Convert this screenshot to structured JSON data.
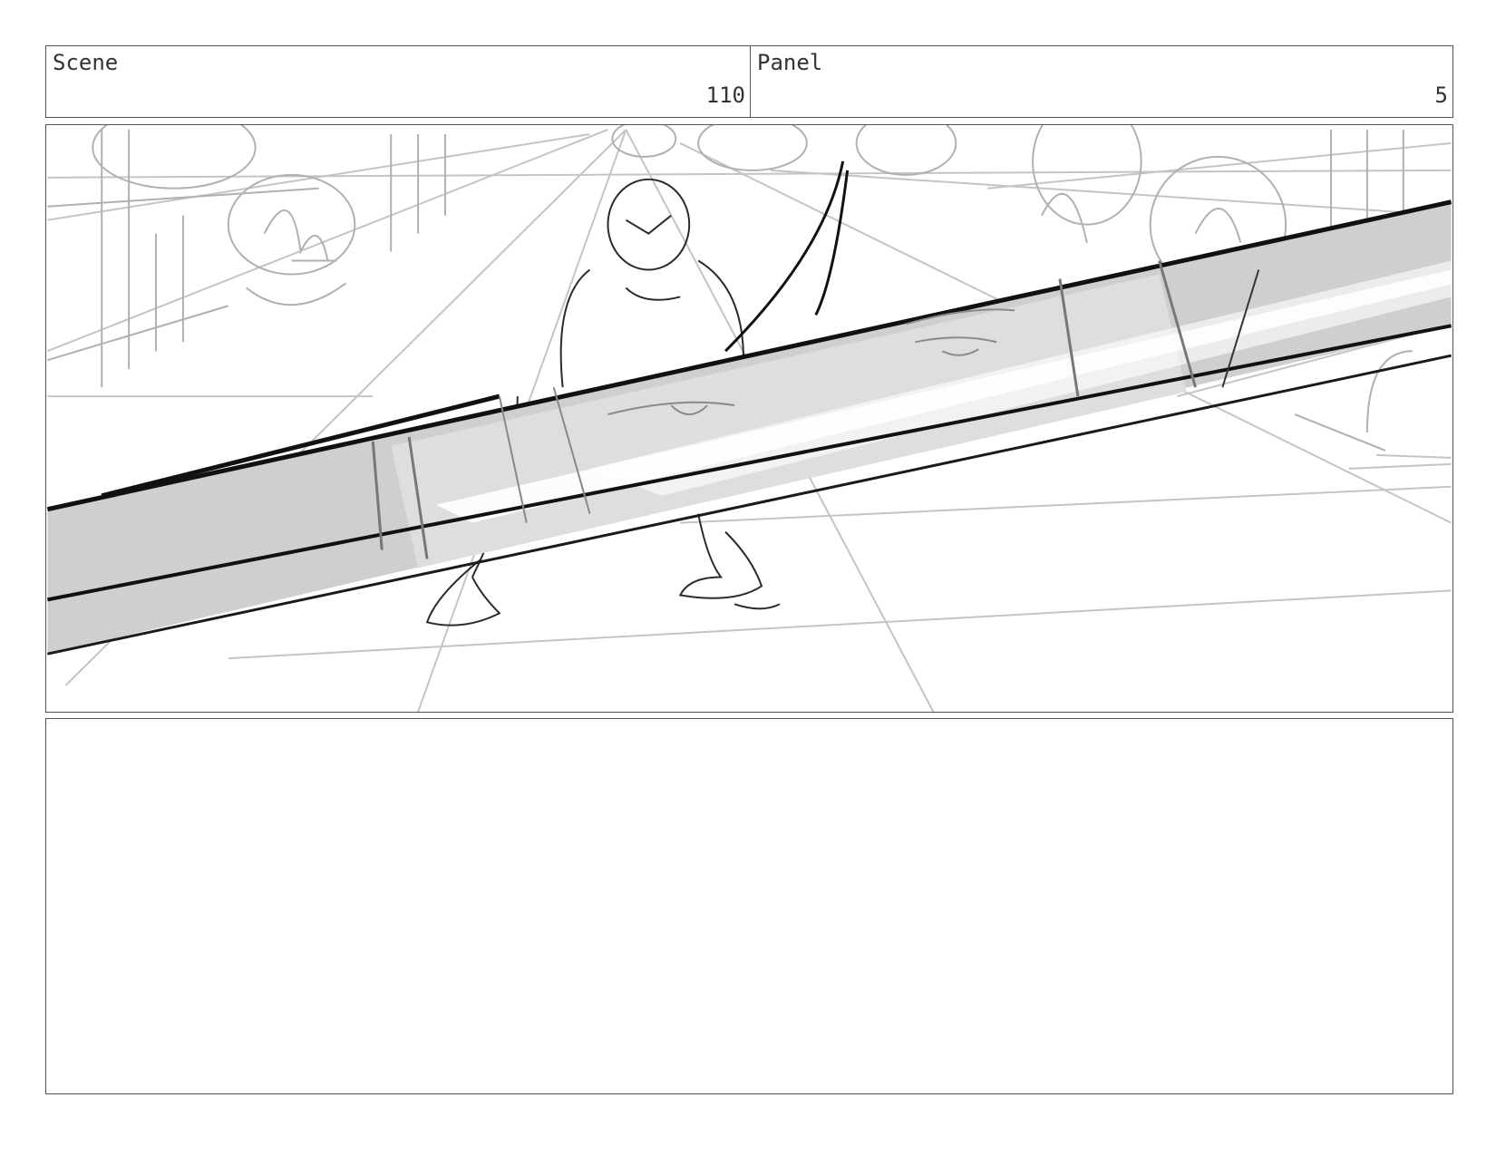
{
  "header": {
    "scene_label": "Scene",
    "scene_value": "110",
    "panel_label": "Panel",
    "panel_value": "5"
  },
  "colors": {
    "border": "#555555",
    "sketch_light": "#bbbbbb",
    "sketch_dark": "#111111",
    "blade_fill": "#cfcfcf",
    "blade_highlight": "#ffffff"
  },
  "notes": {
    "text": ""
  }
}
